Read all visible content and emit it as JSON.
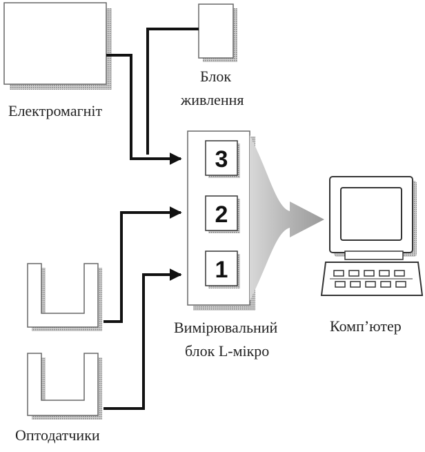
{
  "labels": {
    "electromagnet": "Електромагніт",
    "power_block_line1": "Блок",
    "power_block_line2": "живлення",
    "measuring_block_line1": "Вимірювальний",
    "measuring_block_line2": "блок L-мікро",
    "computer": "Комп’ютер",
    "optosensors": "Оптодатчики"
  },
  "modules": [
    "3",
    "2",
    "1"
  ],
  "colors": {
    "line": "#111111",
    "box_border": "#555555",
    "shadow": "#9a9a9a",
    "signal_fan": "#b5b5b5",
    "text": "#222222"
  }
}
